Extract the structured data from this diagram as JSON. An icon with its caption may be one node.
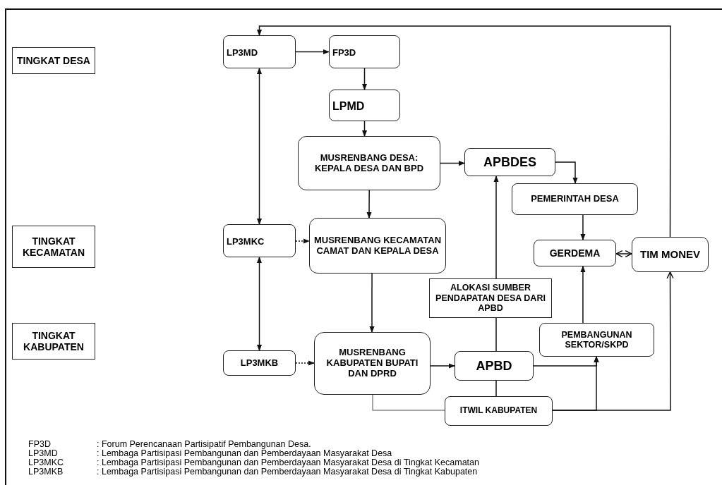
{
  "diagram": {
    "nodes": [
      {
        "text": [
          "TINGKAT DESA"
        ]
      },
      {
        "text": [
          "TINGKAT KECAMATAN"
        ]
      },
      {
        "text": [
          "TINGKAT KABUPATEN"
        ]
      },
      {
        "text": [
          "LP3MD"
        ]
      },
      {
        "text": [
          "FP3D"
        ]
      },
      {
        "text": [
          "LPMD"
        ]
      },
      {
        "text": [
          "MUSRENBANG DESA: KEPALA DESA DAN BPD"
        ]
      },
      {
        "text": [
          "APBDES"
        ]
      },
      {
        "text": [
          "PEMERINTAH DESA"
        ]
      },
      {
        "text": [
          "LP3MKC"
        ]
      },
      {
        "text": [
          "MUSRENBANG KECAMATAN CAMAT DAN KEPALA DESA"
        ]
      },
      {
        "text": [
          "GERDEMA"
        ]
      },
      {
        "text": [
          "TIM MONEV"
        ]
      },
      {
        "text": [
          "ALOKASI SUMBER PENDAPATAN DESA  DARI  APBD"
        ]
      },
      {
        "text": [
          "PEMBANGUNAN SEKTOR/SKPD"
        ]
      },
      {
        "text": [
          "LP3MKB"
        ]
      },
      {
        "text": [
          "MUSRENBANG KABUPATEN BUPATI DAN DPRD"
        ]
      },
      {
        "text": [
          "APBD"
        ]
      },
      {
        "text": [
          "ITWIL KABUPATEN"
        ]
      }
    ],
    "edges": [
      {
        "from": 12,
        "to": 3,
        "arrow": "to"
      },
      {
        "from": 3,
        "to": 4,
        "arrow": "to"
      },
      {
        "from": 4,
        "to": 5,
        "arrow": "to"
      },
      {
        "from": 5,
        "to": 6,
        "arrow": "to"
      },
      {
        "from": 9,
        "to": 3,
        "arrow": "both"
      },
      {
        "from": 6,
        "to": 7,
        "arrow": "to"
      },
      {
        "from": 6,
        "to": 10,
        "arrow": "to"
      },
      {
        "from": 7,
        "to": 8,
        "arrow": "to"
      },
      {
        "from": 8,
        "to": 11,
        "arrow": "to"
      },
      {
        "from": 11,
        "to": 12,
        "arrow": "both"
      },
      {
        "from": 9,
        "to": 10,
        "arrow": "to",
        "style": "dashed"
      },
      {
        "from": 9,
        "to": 15,
        "arrow": "both"
      },
      {
        "from": 15,
        "to": 16,
        "arrow": "to",
        "style": "dashed"
      },
      {
        "from": 10,
        "to": 16,
        "arrow": "to"
      },
      {
        "from": 16,
        "to": 17,
        "arrow": "to"
      },
      {
        "from": 17,
        "to": 13,
        "arrow": "none"
      },
      {
        "from": 13,
        "to": 7,
        "arrow": "to"
      },
      {
        "from": 17,
        "to": 14,
        "arrow": "to"
      },
      {
        "from": 14,
        "to": 11,
        "arrow": "to"
      },
      {
        "from": 17,
        "to": 18,
        "arrow": "none"
      },
      {
        "from": 16,
        "to": 18,
        "arrow": "none",
        "color": "#888888"
      },
      {
        "from": 18,
        "to": 14,
        "arrow": "to"
      },
      {
        "from": 18,
        "to": 12,
        "arrow": "to"
      }
    ],
    "labels": [
      "FP3D",
      ": Forum Perencanaan Partisipatif Pembangunan Desa.",
      "LP3MD",
      ": Lembaga Partisipasi Pembangunan dan Pemberdayaan Masyarakat Desa",
      "LP3MKC",
      ": Lembaga Partisipasi Pembangunan dan Pemberdayaan Masyarakat Desa di Tingkat Kecamatan",
      "LP3MKB",
      ": Lembaga Partisipasi Pembangunan dan Pemberdayaan Masyarakat Desa di Tingkat Kabupaten"
    ]
  }
}
